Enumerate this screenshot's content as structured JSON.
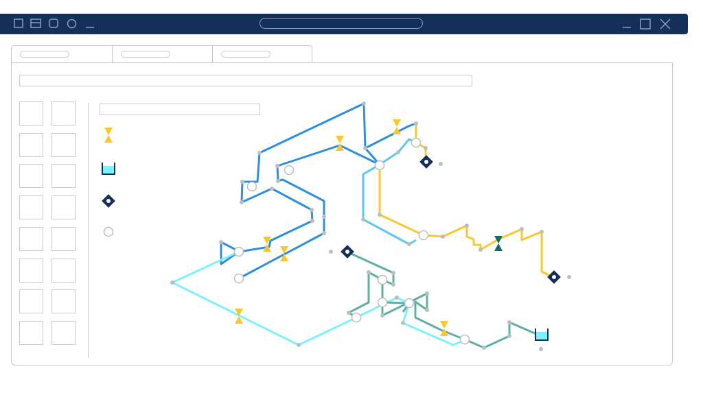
{
  "window": {
    "controls_left": [
      "square-icon",
      "window-icon",
      "rounded-square-icon",
      "circle-icon",
      "minimize-line-icon"
    ],
    "controls_right": [
      "minimize-icon",
      "maximize-icon",
      "close-icon"
    ]
  },
  "tabs": [
    {
      "label": ""
    },
    {
      "label": ""
    },
    {
      "label": ""
    }
  ],
  "address_bar": {
    "value": ""
  },
  "panel_field": {
    "value": ""
  },
  "palette": {
    "items": [
      {
        "name": "valve",
        "icon": "valve-icon"
      },
      {
        "name": "tank",
        "icon": "tank-icon"
      },
      {
        "name": "pump",
        "icon": "pump-icon"
      },
      {
        "name": "junction",
        "icon": "junction-icon"
      }
    ]
  },
  "colors": {
    "titlebar": "#14305a",
    "pipe_blue": "#2f8fdc",
    "pipe_lightblue": "#5ec7f0",
    "pipe_cyan": "#7df1ff",
    "pipe_yellow": "#fbc72f",
    "pipe_teal": "#5fb0a0",
    "valve_yellow": "#fbc72f",
    "valve_teal": "#0f6e64",
    "node_navy": "#14305a",
    "tank_fill": "#7df1ff"
  }
}
